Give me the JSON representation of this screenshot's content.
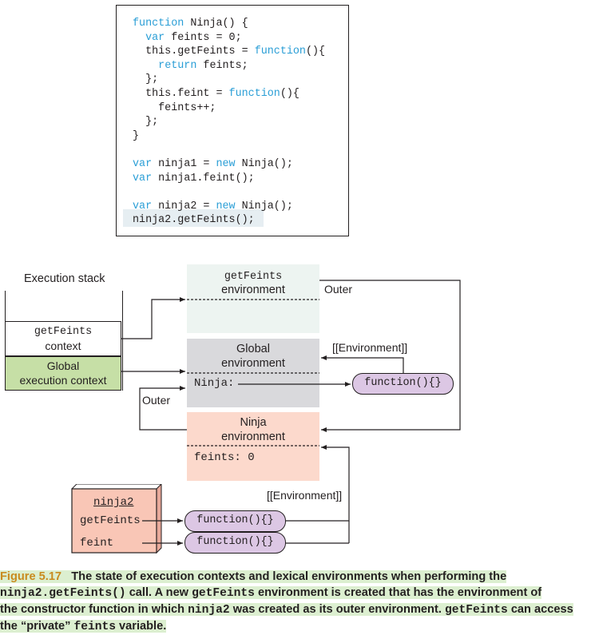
{
  "code": {
    "lines": [
      [
        "",
        "function",
        " Ninja() {"
      ],
      [
        "  ",
        "var",
        " feints = 0;"
      ],
      [
        "  this.getFeints = ",
        "function",
        "(){"
      ],
      [
        "    ",
        "return",
        " feints;"
      ],
      [
        "  };",
        "",
        ""
      ],
      [
        "  this.feint = ",
        "function",
        "(){"
      ],
      [
        "    feints++;",
        "",
        ""
      ],
      [
        "  };",
        "",
        ""
      ],
      [
        "}",
        "",
        ""
      ],
      [
        "",
        "",
        ""
      ],
      [
        "",
        "var",
        " ninja1 = "
      ],
      [
        "",
        "var",
        " ninja1.feint();"
      ],
      [
        "",
        "",
        ""
      ],
      [
        "",
        "var",
        " ninja2 = "
      ],
      [
        "ninja2.getFeints();",
        "",
        ""
      ]
    ],
    "line1_new": "new",
    "line1_tail": " Ninja();",
    "line2_new": "new",
    "line2_tail": " Ninja();"
  },
  "diagram": {
    "execution_stack_label": "Execution stack",
    "getfeints_context_line1": "getFeints",
    "getfeints_context_line2": "context",
    "global_context_line1": "Global",
    "global_context_line2": "execution context",
    "getfeints_env_line1": "getFeints",
    "getfeints_env_line2": "environment",
    "global_env_line1": "Global",
    "global_env_line2": "environment",
    "global_env_var": "Ninja:",
    "ninja_env_line1": "Ninja",
    "ninja_env_line2": "environment",
    "ninja_env_var": "feints: 0",
    "outer_label_top": "Outer",
    "outer_label_left": "Outer",
    "environment_label_top": "[[Environment]]",
    "environment_label_bottom": "[[Environment]]",
    "function_global": "function(){}",
    "ninja2_title": "ninja2",
    "ninja2_prop1": "getFeints",
    "ninja2_prop2": "feint",
    "function_getfeints": "function(){}",
    "function_feint": "function(){}"
  },
  "colors": {
    "keyword": "#2a9ed6",
    "getfeints_env": "#edf4f1",
    "global_env": "#d9d9dc",
    "ninja_env": "#fcd9cc",
    "global_context": "#c6dfa6",
    "function_pill": "#dcc7e4",
    "ninja2_object": "#f9c6b6",
    "caption_highlight": "#dcefd0",
    "figure_number": "#c98b1f"
  },
  "caption": {
    "figure_number": "Figure 5.17",
    "line1": "The state of execution contexts and lexical environments when performing the",
    "line2_code": "ninja2.getFeints()",
    "line2_a": " call. A new ",
    "line2_code2": "getFeints",
    "line2_b": " environment is created that has the environment of",
    "line3_a": "the constructor function in which ",
    "line3_code": "ninja2",
    "line3_b": " was created as its outer environment. ",
    "line3_code2": "getFeints",
    "line3_c": " can access",
    "line4_a": "the “private” ",
    "line4_code": "feints",
    "line4_b": " variable."
  }
}
